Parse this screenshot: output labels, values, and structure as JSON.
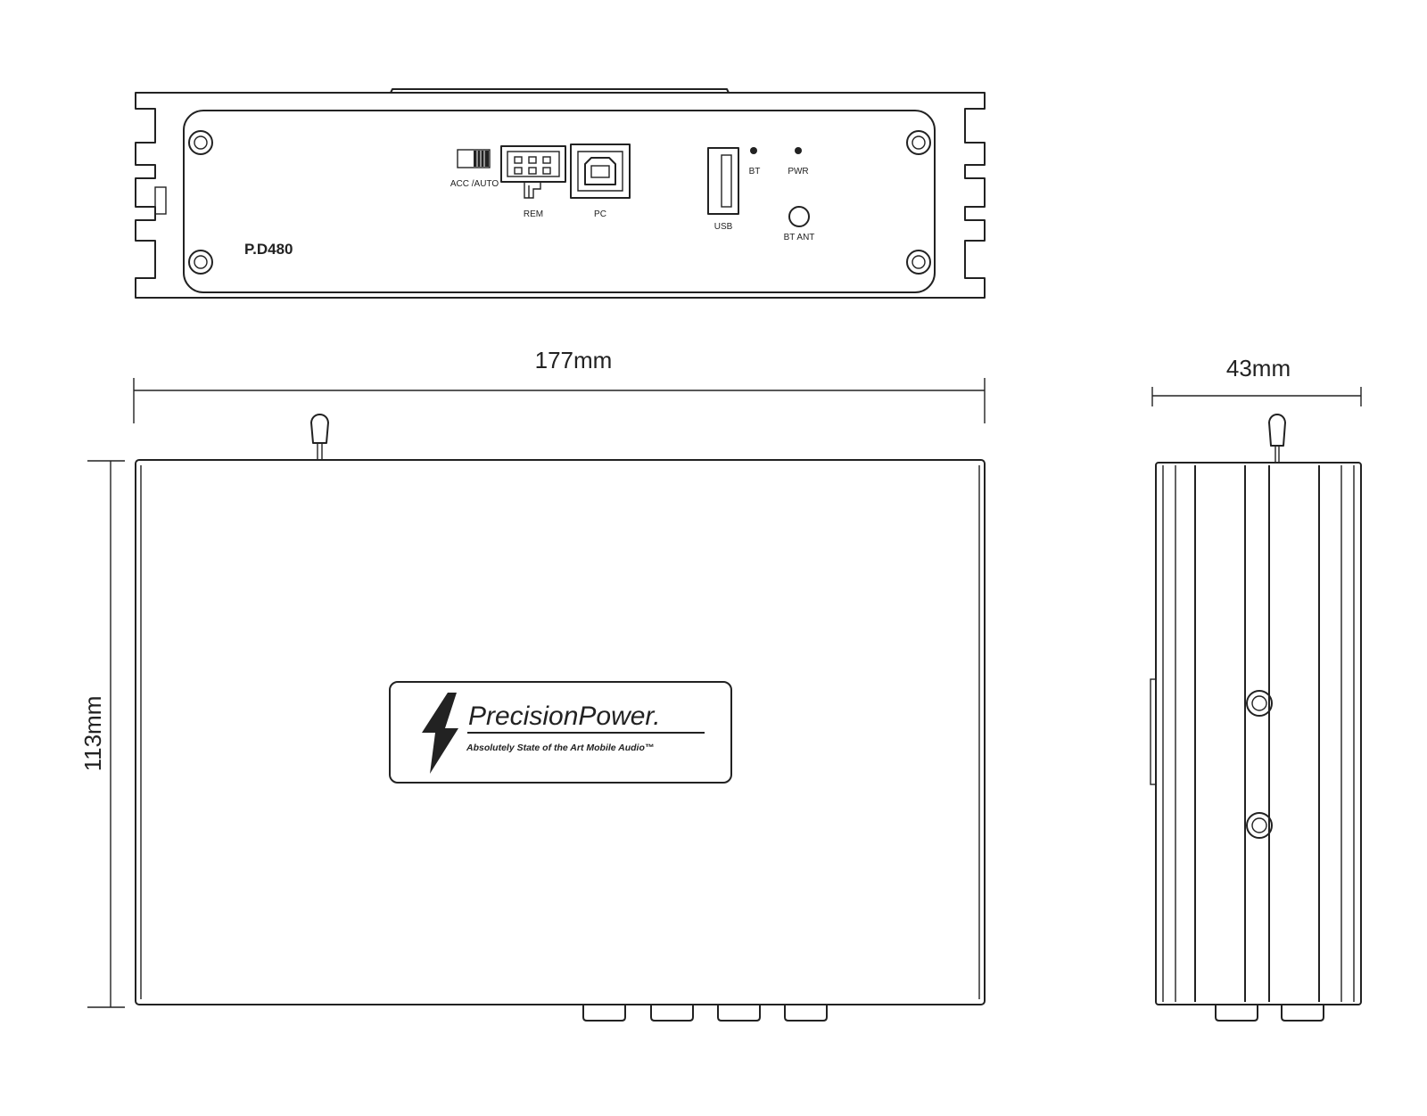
{
  "front_panel": {
    "switch_label": "ACC /AUTO",
    "rem_label": "REM",
    "pc_label": "PC",
    "usb_label": "USB",
    "bt_label": "BT",
    "pwr_label": "PWR",
    "bt_ant_label": "BT ANT",
    "model": "P.D480"
  },
  "dimensions": {
    "width": "177mm",
    "height": "113mm",
    "depth": "43mm"
  },
  "logo": {
    "brand": "PrecisionPower.",
    "tagline": "Absolutely State of the Art Mobile Audio™"
  }
}
